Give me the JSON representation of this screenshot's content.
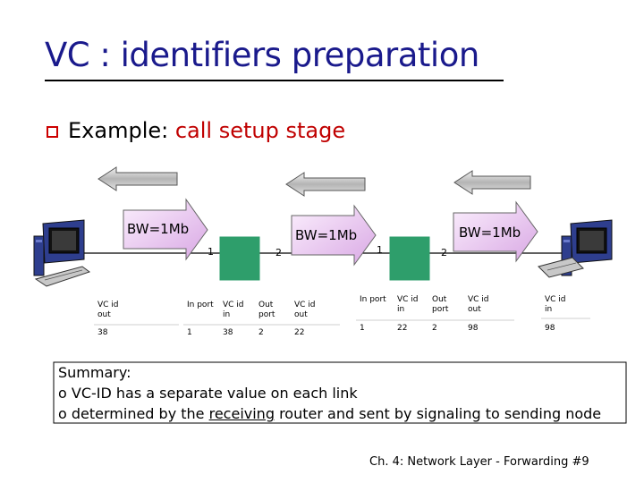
{
  "slide": {
    "title": "VC : identifiers preparation",
    "bullet_prefix": "Example:",
    "bullet_text": "call setup stage"
  },
  "links": {
    "bw1": "BW=1Mb",
    "bw2": "BW=1Mb",
    "bw3": "BW=1Mb"
  },
  "ports": {
    "r1_left": "1",
    "r1_right": "2",
    "r2_left": "1",
    "r2_right": "2"
  },
  "tables": {
    "host_left": {
      "h1": "VC id out",
      "v1": "38"
    },
    "router1": {
      "headers": [
        "In port",
        "VC id in",
        "Out port",
        "VC id out"
      ],
      "values": [
        "1",
        "38",
        "2",
        "22"
      ]
    },
    "router2": {
      "headers": [
        "In port",
        "VC id in",
        "Out port",
        "VC id out"
      ],
      "values": [
        "1",
        "22",
        "2",
        "98"
      ]
    },
    "host_right": {
      "h1": "VC id in",
      "v1": "98"
    }
  },
  "summary": {
    "title": "Summary:",
    "line1": "o VC-ID has a separate value on each link",
    "line2_a": "o  determined by the ",
    "line2_u": "receiving",
    "line2_b": " router and sent by signaling to sending node"
  },
  "footer": "Ch. 4: Network Layer - Forwarding  #9",
  "colors": {
    "title": "#1a1a8c",
    "accent": "#c00000",
    "arrow_fill": "#e8c8f0",
    "router": "#2e9e6b",
    "signal_arrow": "#c8c8c8"
  }
}
